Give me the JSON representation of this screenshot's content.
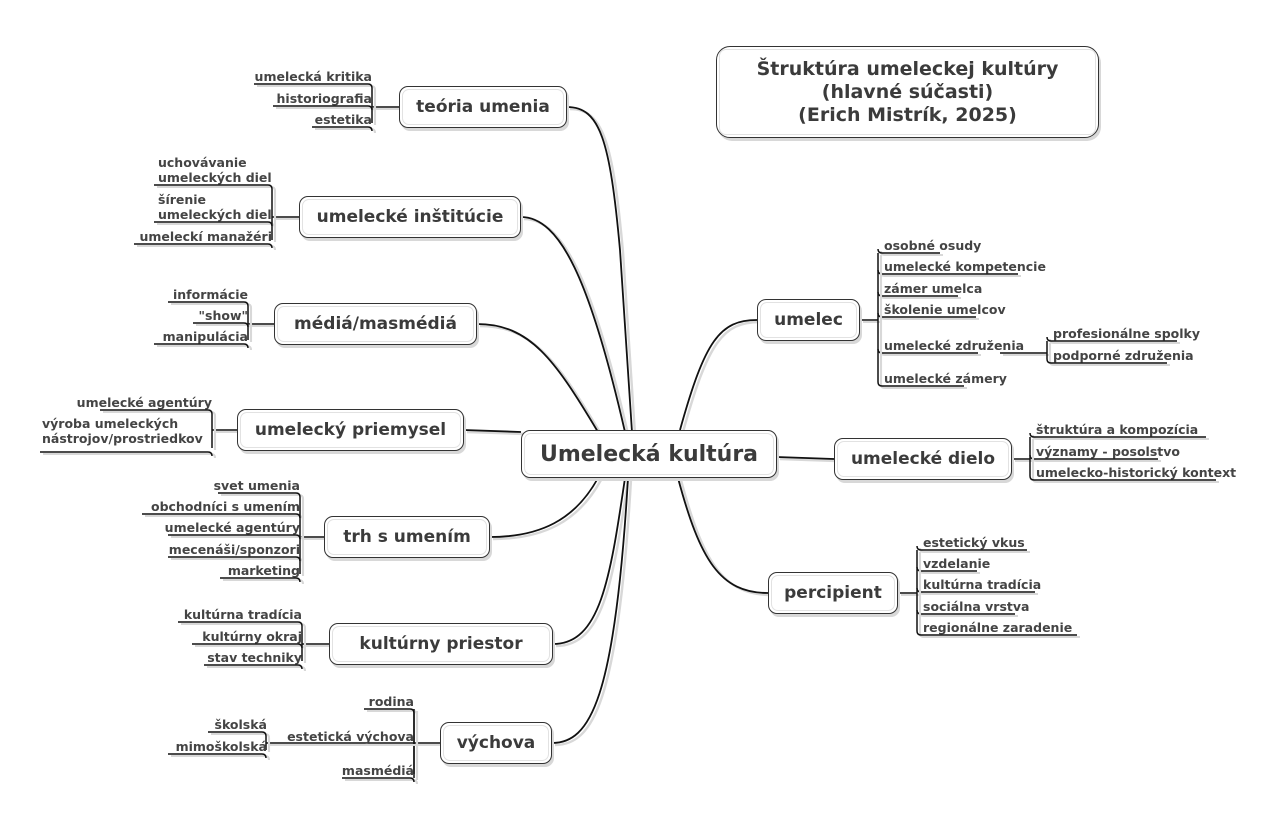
{
  "title_box": {
    "line1": "Štruktúra umeleckej kultúry",
    "line2": "(hlavné súčasti)",
    "line3": "(Erich Mistrík, 2025)"
  },
  "central": {
    "label": "Umelecká kultúra"
  },
  "colors": {
    "line": "#111111",
    "shadow": "#d8d8d8",
    "text": "#3b3b3b",
    "background": "#ffffff"
  },
  "left_topics": [
    {
      "label": "teória umenia",
      "children": [
        "umelecká kritika",
        "historiografia",
        "estetika"
      ]
    },
    {
      "label": "umelecké inštitúcie",
      "children": [
        "uchovávanie\numeleckých diel",
        "šírenie\numeleckých diel",
        "umeleckí manažéri"
      ]
    },
    {
      "label": "médiá/masmédiá",
      "children": [
        "informácie",
        "\"show\"",
        "manipulácia"
      ]
    },
    {
      "label": "umelecký priemysel",
      "children": [
        "umelecké agentúry",
        "výroba umeleckých\nnástrojov/prostriedkov"
      ]
    },
    {
      "label": "trh s umením",
      "children": [
        "svet umenia",
        "obchodníci s umením",
        "umelecké agentúry",
        "mecenáši/sponzori",
        "marketing"
      ]
    },
    {
      "label": "kultúrny priestor",
      "children": [
        "kultúrna tradícia",
        "kultúrny okraj",
        "stav techniky"
      ]
    },
    {
      "label": "výchova",
      "children": [
        "rodina",
        "estetická výchova",
        "masmédiá"
      ],
      "grandchildren": [
        "školská",
        "mimoškolská"
      ]
    }
  ],
  "right_topics": [
    {
      "label": "umelec",
      "children": [
        "osobné osudy",
        "umelecké kompetencie",
        "zámer umelca",
        "školenie umelcov",
        "umelecké združenia",
        "umelecké zámery"
      ],
      "grandchildren": [
        "profesionálne spolky",
        "podporné združenia"
      ]
    },
    {
      "label": "umelecké dielo",
      "children": [
        "štruktúra a kompozícia",
        "významy - posolstvo",
        "umelecko-historický kontext"
      ]
    },
    {
      "label": "percipient",
      "children": [
        "estetický vkus",
        "vzdelanie",
        "kultúrna tradícia",
        "sociálna vrstva",
        "regionálne zaradenie"
      ]
    }
  ]
}
